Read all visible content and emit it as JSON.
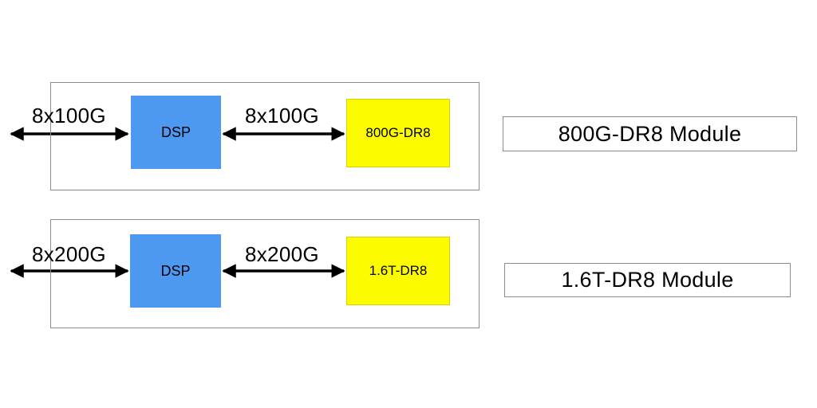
{
  "colors": {
    "dsp": "#4d98f0",
    "optic": "#fdfb00",
    "arrow": "#000000",
    "frame": "#8c8c8c"
  },
  "rows": [
    {
      "outer_rate": "8x100G",
      "inner_rate": "8x100G",
      "dsp_label": "DSP",
      "optic_label": "800G-DR8",
      "module_label": "800G-DR8 Module"
    },
    {
      "outer_rate": "8x200G",
      "inner_rate": "8x200G",
      "dsp_label": "DSP",
      "optic_label": "1.6T-DR8",
      "module_label": "1.6T-DR8 Module"
    }
  ]
}
